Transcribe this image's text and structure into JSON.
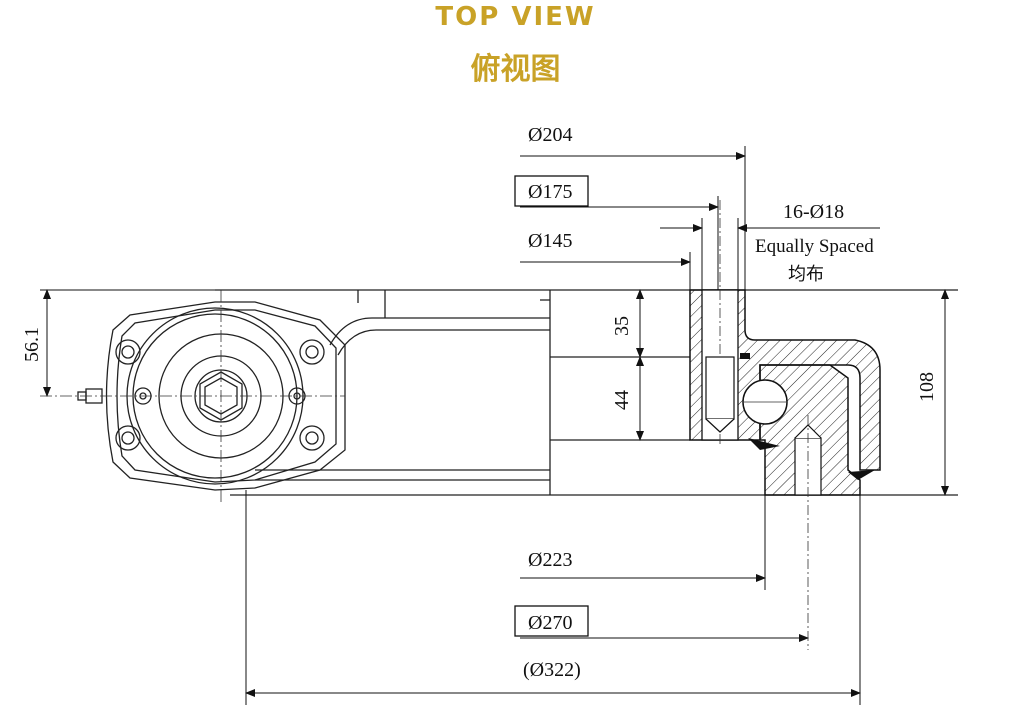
{
  "header": {
    "title": "TOP VIEW",
    "title_cn": "俯视图",
    "title_color": "#c9a227"
  },
  "dimensions": {
    "d204": "Ø204",
    "d175": "Ø175",
    "d145": "Ø145",
    "holes": "16-Ø18",
    "equally_spaced": "Equally Spaced",
    "equally_spaced_cn": "均布",
    "h35": "35",
    "h44": "44",
    "h56": "56.1",
    "h108": "108",
    "d223": "Ø223",
    "d270": "Ø270",
    "d322": "(Ø322)"
  }
}
